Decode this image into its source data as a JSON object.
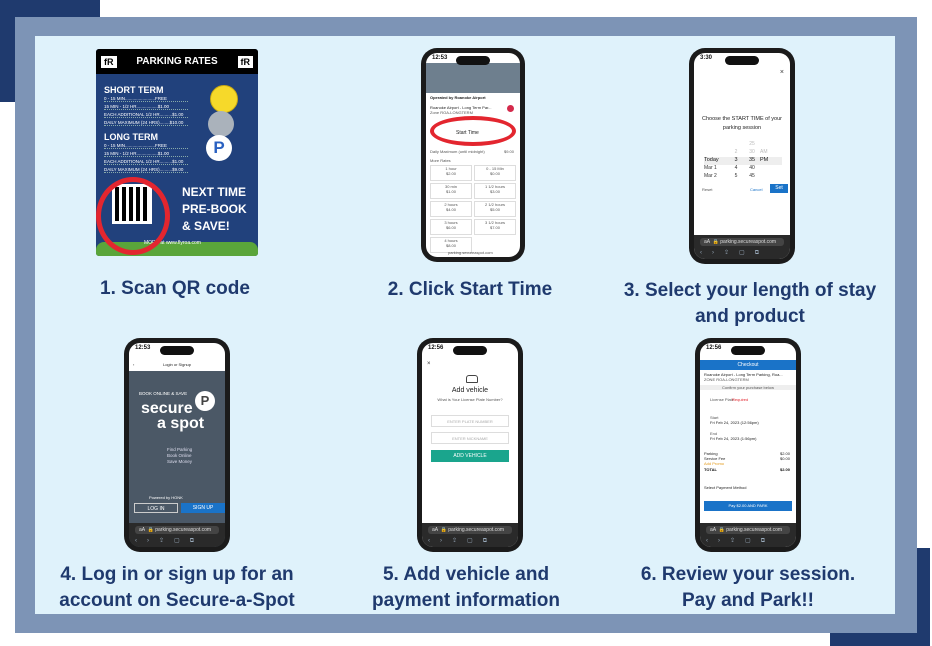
{
  "steps": [
    {
      "caption": "1.   Scan QR code"
    },
    {
      "caption": "2. Click Start Time"
    },
    {
      "caption_line1": "3. Select your length of stay",
      "caption_line2": "and product"
    },
    {
      "caption_line1": "4. Log in or sign up for an",
      "caption_line2": "account on Secure-a-Spot"
    },
    {
      "caption_line1": "5. Add vehicle and",
      "caption_line2": "payment information"
    },
    {
      "caption_line1": "6. Review your session.",
      "caption_line2": "Pay and Park!!"
    }
  ],
  "rates_card": {
    "header": "PARKING RATES",
    "logo": "fR",
    "short_term": "SHORT TERM",
    "short_lines": [
      "0 - 15 MIN........................FREE",
      "15 MIN - 1/2 HR.................$1.00",
      "EACH ADDITIONAL 1/2 HR..........$1.00",
      "DAILY MAXIMUM (24 HRS)........$10.00"
    ],
    "long_term": "LONG TERM",
    "long_lines": [
      "0 - 15 MIN........................FREE",
      "15 MIN - 1/2 HR.................$1.00",
      "EACH ADDITIONAL 1/2 HR..........$1.00",
      "DAILY MAXIMUM (24 HRS)..........$9.00"
    ],
    "promo": [
      "NEXT TIME",
      "PRE-BOOK",
      "& SAVE!"
    ],
    "more": "MORE at www.flyroa.com",
    "badge": "P"
  },
  "phone2": {
    "time": "12:53",
    "operated": "Operated by Roanoke Airport",
    "location": "Roanoke Airport - Long Term Par...",
    "zone": "Zone ROA-LONGTERM",
    "start_time": "Start Time",
    "daily": "Daily Maximum (until midnight)",
    "daily_price": "$9.00",
    "more_rates": "More Rates",
    "rates": [
      [
        "1 hour",
        "$2.00"
      ],
      [
        "0 - 15 Min",
        "$0.00"
      ],
      [
        "30 min",
        "$1.00"
      ],
      [
        "1 1/2 hours",
        "$3.00"
      ],
      [
        "2 hours",
        "$4.00"
      ],
      [
        "2 1/2 hours",
        "$5.00"
      ],
      [
        "3 hours",
        "$6.00"
      ],
      [
        "3 1/2 hours",
        "$7.00"
      ],
      [
        "4 hours",
        "$8.00"
      ]
    ],
    "url": "parking.secureaspot.com"
  },
  "phone3": {
    "time": "3:30",
    "prompt": "Choose the START TIME of your parking session",
    "rows": [
      [
        "",
        "",
        "25",
        ""
      ],
      [
        "",
        "2",
        "30",
        "AM"
      ],
      [
        "Today",
        "3",
        "35",
        "PM"
      ],
      [
        "Mar 1",
        "4",
        "40",
        ""
      ],
      [
        "Mar 2",
        "5",
        "45",
        ""
      ]
    ],
    "reset": "Reset",
    "cancel": "Cancel",
    "set": "Set",
    "url": "parking.secureaspot.com"
  },
  "phone4": {
    "time": "12:53",
    "title": "Login or Signup",
    "book": "BOOK ONLINE & SAVE",
    "brand1": "secure",
    "brand2": "a spot",
    "badge": "P",
    "features": [
      "Find Parking",
      "Book Online",
      "Save Money"
    ],
    "powered": "Powered by HONK",
    "login": "LOG IN",
    "signup": "SIGN UP",
    "url": "parking.secureaspot.com"
  },
  "phone5": {
    "time": "12:56",
    "title": "Add vehicle",
    "sub": "What is Your License Plate Number?",
    "plate_ph": "ENTER PLATE NUMBER",
    "nick_ph": "ENTER NICKNAME",
    "add": "ADD VEHICLE",
    "url": "parking.secureaspot.com"
  },
  "phone6": {
    "time": "12:56",
    "title": "Checkout",
    "location": "Roanoke Airport - Long Term Parking, Roa...",
    "zone": "ZONE ROA-LONGTERM",
    "confirm": "Confirm your purchase below",
    "vehicle": "License Plate",
    "required": "Required",
    "start_label": "Start",
    "start": "Fri Feb 24, 2023 (12:56pm)",
    "end_label": "End",
    "end": "Fri Feb 24, 2023 (1:56pm)",
    "lines": [
      [
        "Parking",
        "$2.00"
      ],
      [
        "Service Fee",
        "$0.00"
      ]
    ],
    "promo": "Add Promo",
    "total_label": "TOTAL",
    "total": "$2.00",
    "payment": "Select Payment Method",
    "pay": "Pay $2.00 AND PARK",
    "url": "parking.secureaspot.com"
  },
  "colors": {
    "navy": "#1f3a6e",
    "frame": "#7d94b6",
    "panel": "#dff2fb",
    "red": "#e3262f",
    "teal": "#1aa58d",
    "blue": "#1a73c8"
  }
}
